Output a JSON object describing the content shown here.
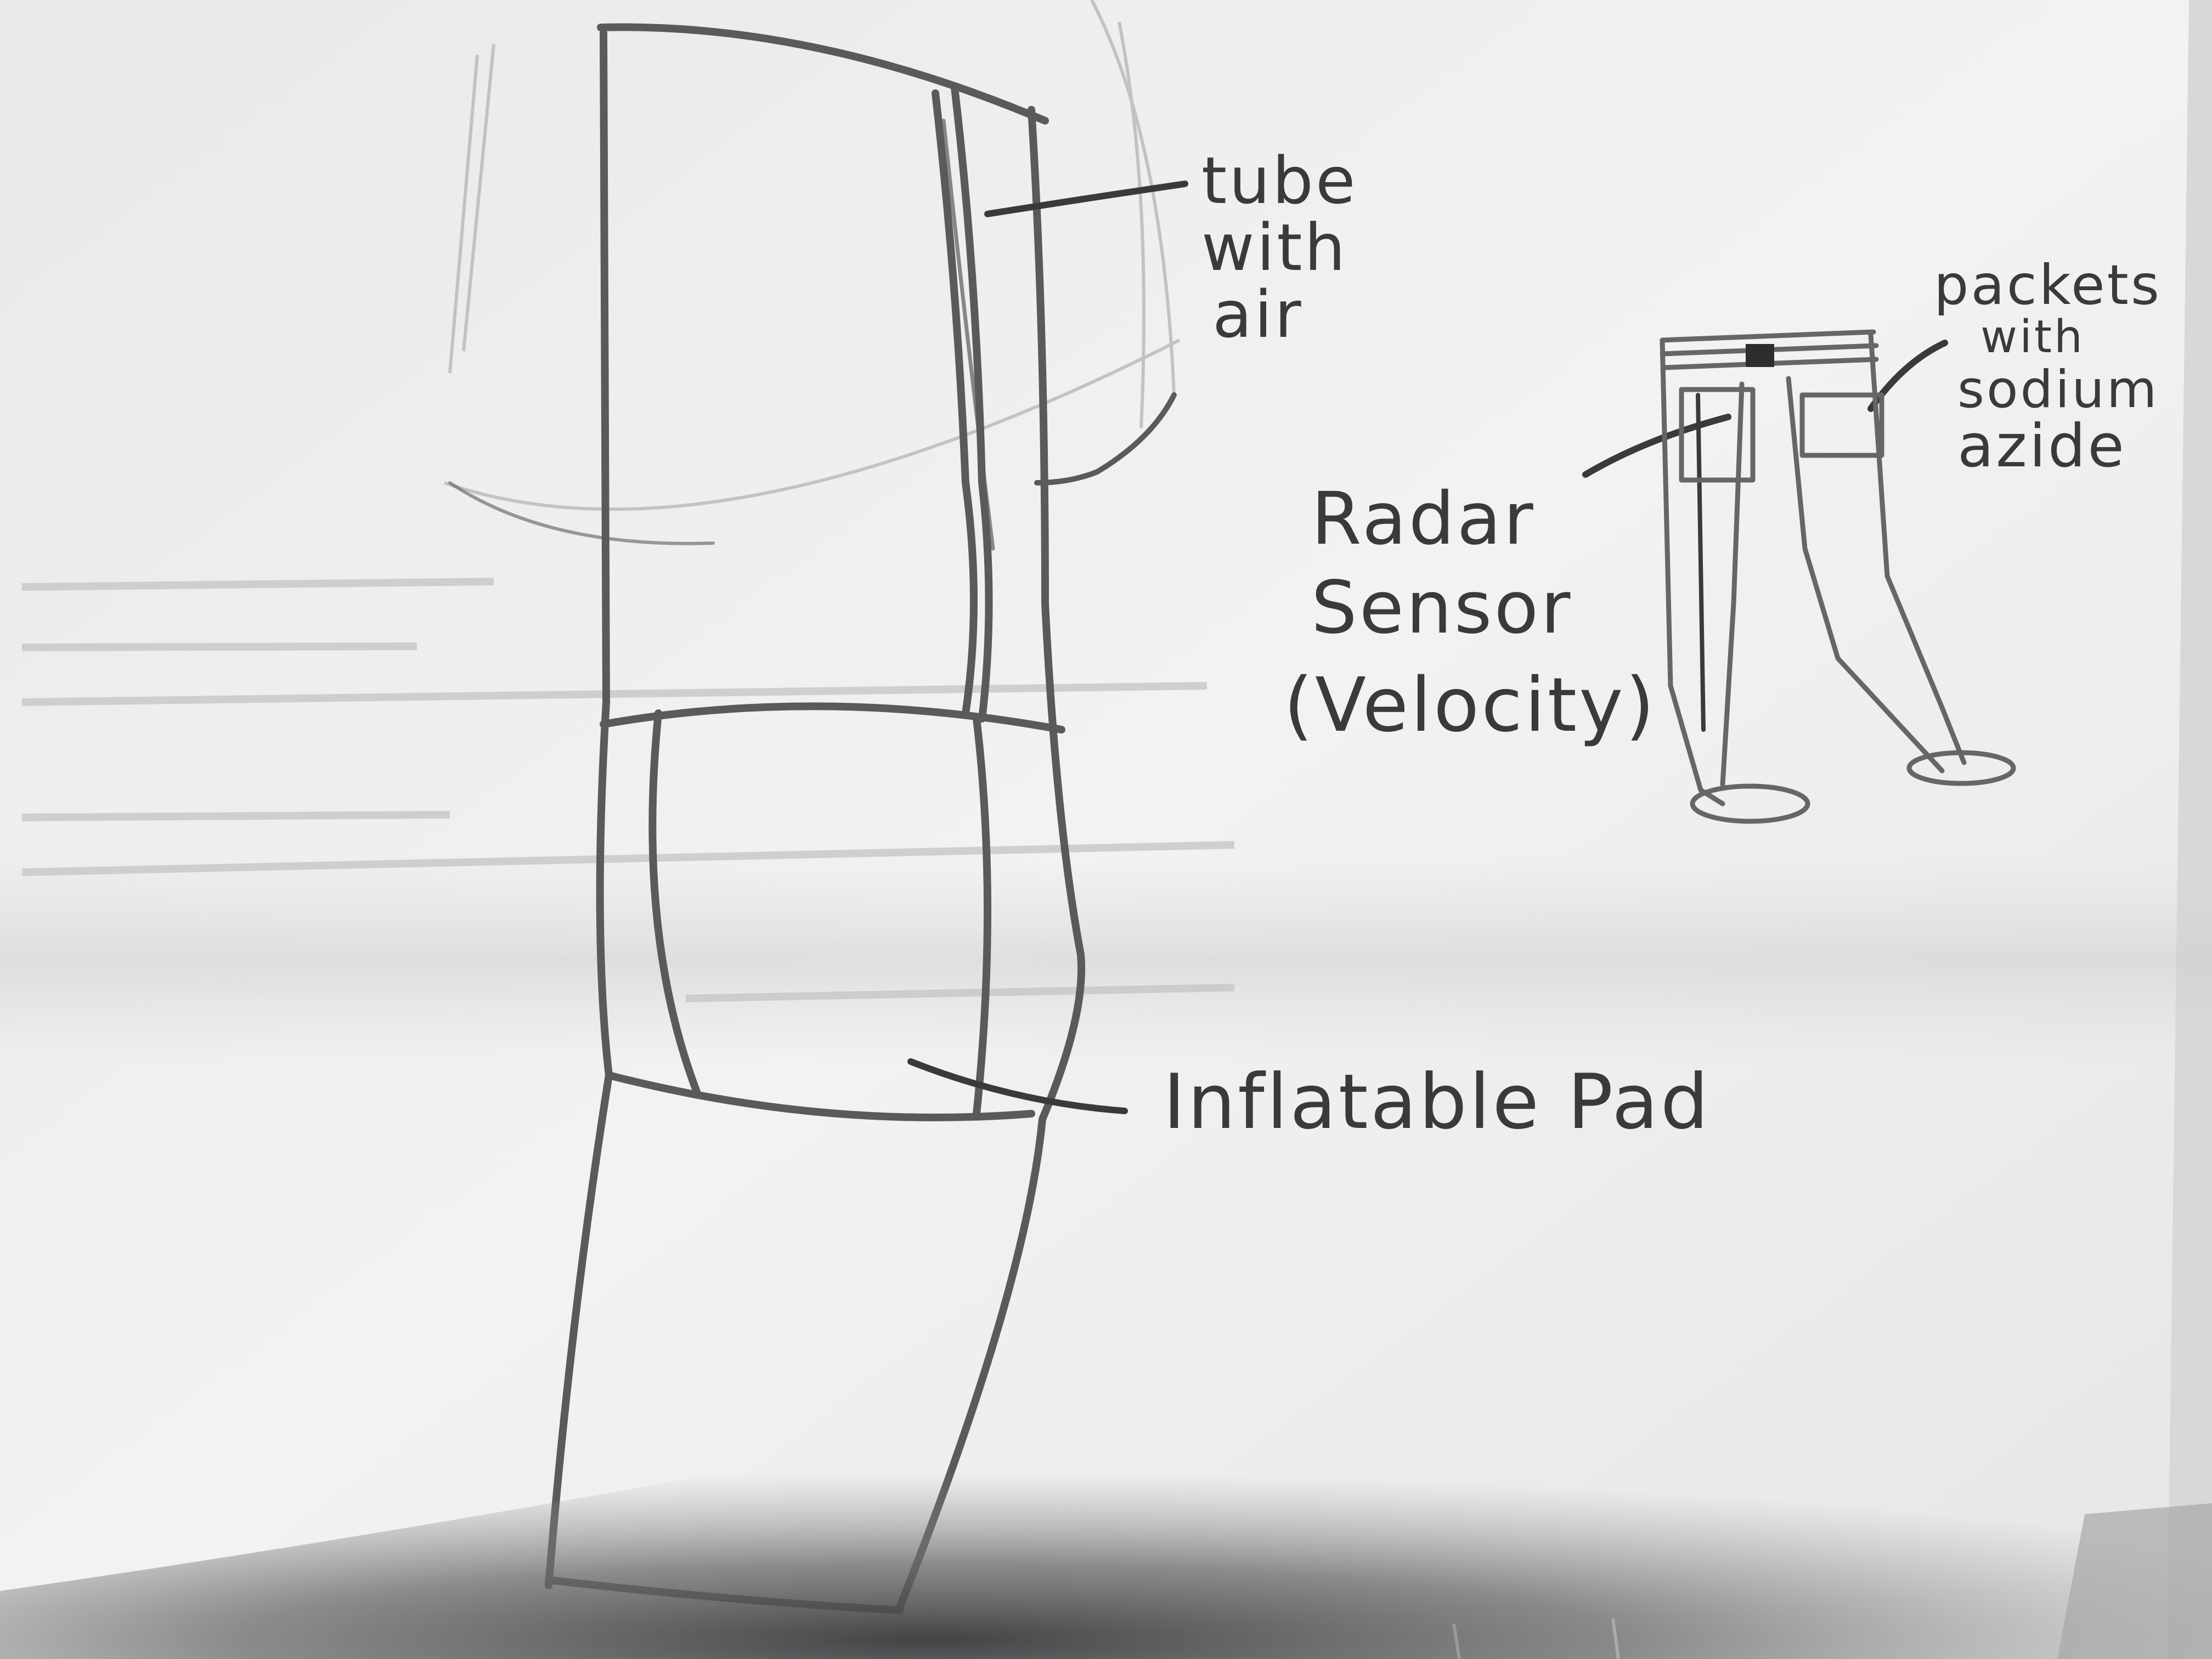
{
  "labels": {
    "tube": [
      "tube",
      "with",
      "air"
    ],
    "packets": [
      "packets",
      "with",
      "sodium",
      "azide"
    ],
    "radar": [
      "Radar",
      "Sensor",
      "(Velocity)"
    ],
    "pad": "Inflatable Pad"
  },
  "colors": {
    "paper": "#f1f1ef",
    "pencil": "#5a5a5a",
    "ink": "#3a3a3a",
    "shadow": "#3c3c3e"
  }
}
